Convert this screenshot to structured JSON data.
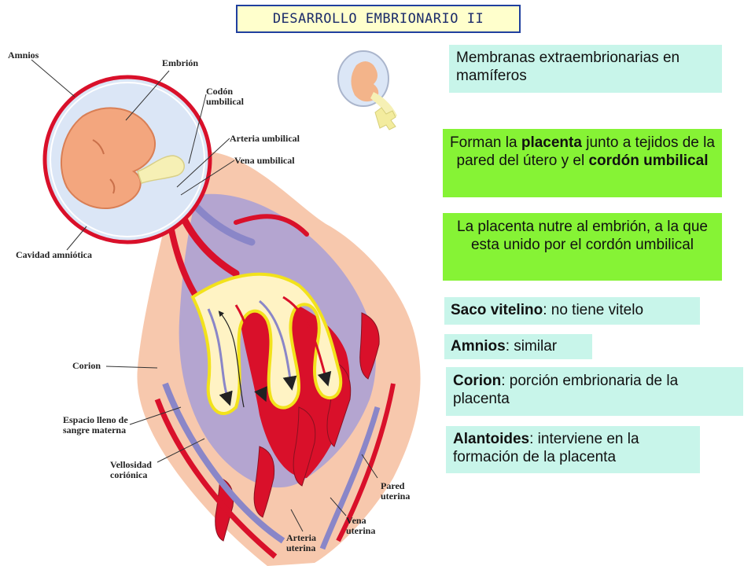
{
  "title": "DESARROLLO EMBRIONARIO II",
  "boxes": {
    "membranas": "Membranas extraembrionarias en mamíferos",
    "placenta_pre": "Forman la ",
    "placenta_b1": "placenta",
    "placenta_mid": " junto a tejidos de la pared del útero y el ",
    "placenta_b2": "cordón umbilical",
    "nutre": "La placenta nutre al embrión, a la que esta unido por el cordón umbilical",
    "saco_b": "Saco vitelino",
    "saco_t": ": no tiene vitelo",
    "amnios_b": "Amnios",
    "amnios_t": ": similar",
    "corion_b": "Corion",
    "corion_t": ": porción embrionaria de la placenta",
    "alant_b": "Alantoides",
    "alant_t": ": interviene en la formación de la placenta"
  },
  "diagram_labels": {
    "amnios": "Amnios",
    "embrion": "Embrión",
    "codon_umbilical": "Codón umbilical",
    "arteria_umbilical": "Arteria umbilical",
    "vena_umbilical": "Vena umbilical",
    "cavidad_amniotica": "Cavidad amniótica",
    "corion": "Corion",
    "espacio": "Espacio lleno de sangre materna",
    "vellosidad": "Vellosidad coriónica",
    "pared_uterina": "Pared uterina",
    "vena_uterina": "Vena uterina",
    "arteria_uterina": "Arteria uterina"
  },
  "colors": {
    "artery": "#d9102a",
    "vein": "#8a86c8",
    "tissue": "#f7c8ad",
    "amniotic": "#dbe6f6",
    "embryo": "#f3a67e",
    "villi_fill": "#fff3c4",
    "villi_border": "#f2e21b"
  }
}
